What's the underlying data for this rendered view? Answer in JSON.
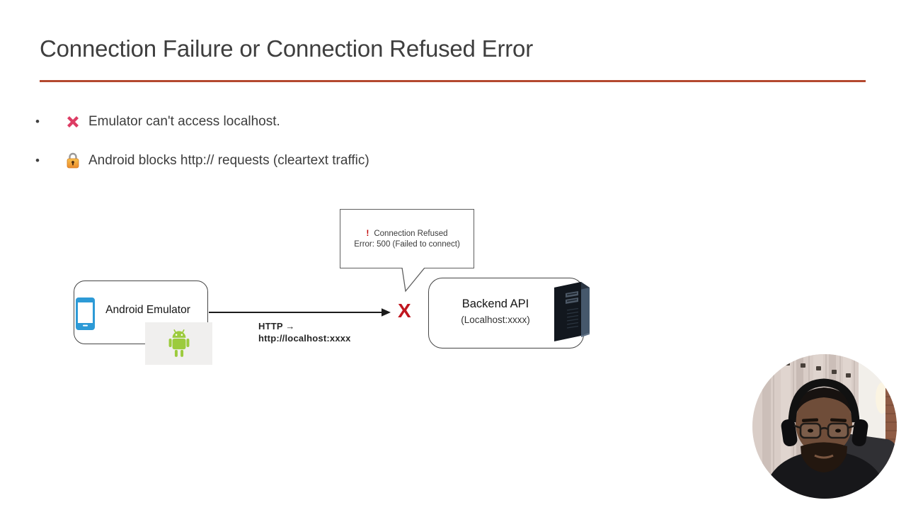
{
  "slide": {
    "title": "Connection Failure or Connection Refused Error",
    "bullet_marker": "•",
    "bullets": [
      {
        "icon": "cross-mark-icon",
        "text": "Emulator can't access localhost."
      },
      {
        "icon": "lock-icon",
        "text": "Android blocks http:// requests (cleartext traffic)"
      }
    ]
  },
  "diagram": {
    "callout": {
      "exclamation": "!",
      "line1": "Connection Refused",
      "line2": "Error: 500 (Failed to connect)"
    },
    "emulator_box": {
      "label": "Android Emulator"
    },
    "request_label": {
      "line1": "HTTP →",
      "line2": "http://localhost:xxxx"
    },
    "failure_mark": "X",
    "backend_box": {
      "title": "Backend API",
      "subtitle": "(Localhost:xxxx)"
    }
  },
  "colors": {
    "accent_divider": "#B4492F",
    "cross_mark_pink": "#DD3C64",
    "lock_orange": "#F2A33C",
    "android_green": "#9CCB3D",
    "phone_blue": "#2D9AD6",
    "failure_mark_red": "#C0161F",
    "callout_exclamation_red": "#C00000",
    "box_border_gray": "#454545",
    "title_gray": "#3E3E3E"
  }
}
